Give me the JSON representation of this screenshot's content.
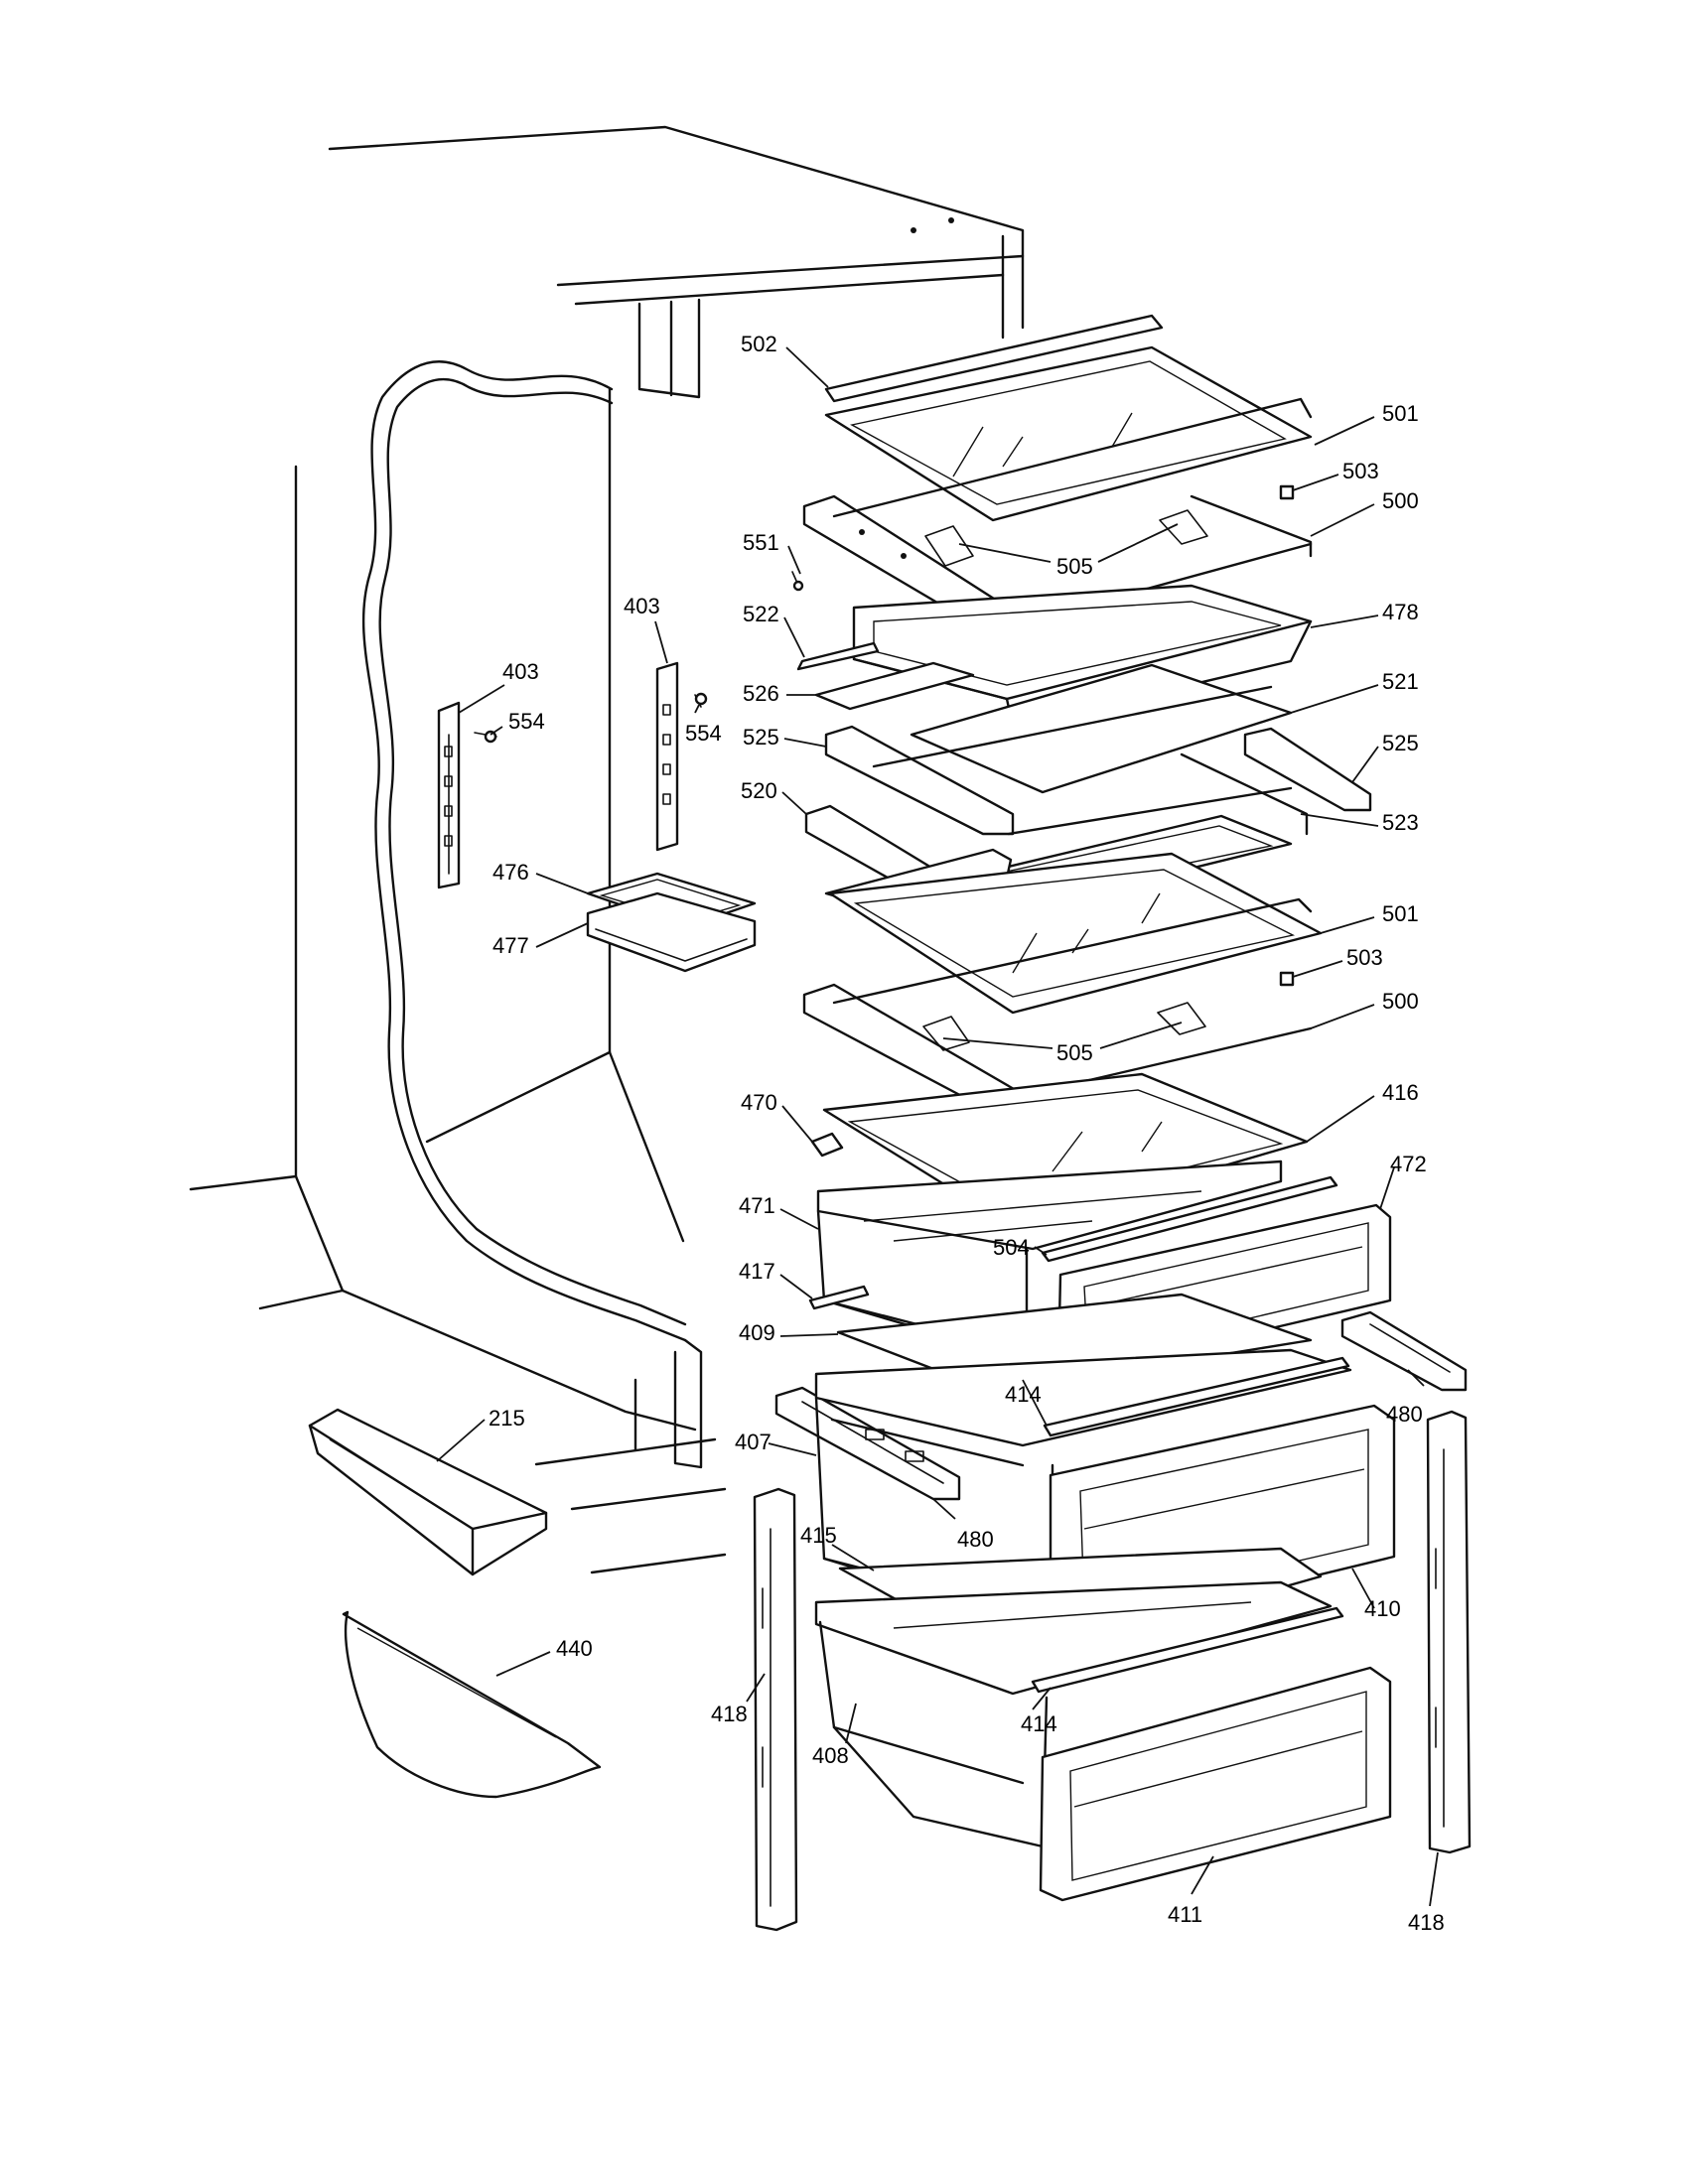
{
  "callouts": [
    {
      "id": "c-502",
      "text": "502"
    },
    {
      "id": "c-501a",
      "text": "501"
    },
    {
      "id": "c-503a",
      "text": "503"
    },
    {
      "id": "c-500a",
      "text": "500"
    },
    {
      "id": "c-551",
      "text": "551"
    },
    {
      "id": "c-505a",
      "text": "505"
    },
    {
      "id": "c-403a",
      "text": "403"
    },
    {
      "id": "c-403b",
      "text": "403"
    },
    {
      "id": "c-522",
      "text": "522"
    },
    {
      "id": "c-478",
      "text": "478"
    },
    {
      "id": "c-554a",
      "text": "554"
    },
    {
      "id": "c-554b",
      "text": "554"
    },
    {
      "id": "c-526",
      "text": "526"
    },
    {
      "id": "c-521",
      "text": "521"
    },
    {
      "id": "c-525a",
      "text": "525"
    },
    {
      "id": "c-525b",
      "text": "525"
    },
    {
      "id": "c-520",
      "text": "520"
    },
    {
      "id": "c-523",
      "text": "523"
    },
    {
      "id": "c-476",
      "text": "476"
    },
    {
      "id": "c-477",
      "text": "477"
    },
    {
      "id": "c-501b",
      "text": "501"
    },
    {
      "id": "c-503b",
      "text": "503"
    },
    {
      "id": "c-500b",
      "text": "500"
    },
    {
      "id": "c-505b",
      "text": "505"
    },
    {
      "id": "c-470",
      "text": "470"
    },
    {
      "id": "c-416",
      "text": "416"
    },
    {
      "id": "c-471",
      "text": "471"
    },
    {
      "id": "c-472",
      "text": "472"
    },
    {
      "id": "c-504",
      "text": "504"
    },
    {
      "id": "c-417",
      "text": "417"
    },
    {
      "id": "c-409",
      "text": "409"
    },
    {
      "id": "c-414a",
      "text": "414"
    },
    {
      "id": "c-480a",
      "text": "480"
    },
    {
      "id": "c-215",
      "text": "215"
    },
    {
      "id": "c-407",
      "text": "407"
    },
    {
      "id": "c-480b",
      "text": "480"
    },
    {
      "id": "c-415",
      "text": "415"
    },
    {
      "id": "c-410",
      "text": "410"
    },
    {
      "id": "c-440",
      "text": "440"
    },
    {
      "id": "c-418a",
      "text": "418"
    },
    {
      "id": "c-408",
      "text": "408"
    },
    {
      "id": "c-414b",
      "text": "414"
    },
    {
      "id": "c-411",
      "text": "411"
    },
    {
      "id": "c-418b",
      "text": "418"
    }
  ]
}
